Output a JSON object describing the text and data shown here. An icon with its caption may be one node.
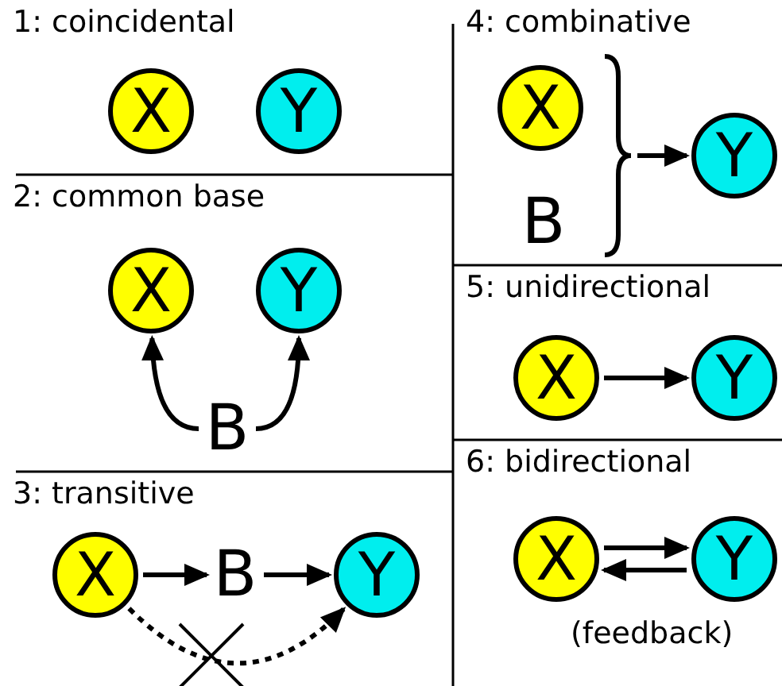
{
  "diagram": {
    "nodes": [
      {
        "text": [
          "1: coincidental"
        ]
      },
      {
        "text": [
          "X"
        ],
        "in": 0
      },
      {
        "text": [
          "Y"
        ],
        "in": 0
      },
      {
        "text": [
          "2: common base"
        ]
      },
      {
        "text": [
          "X"
        ],
        "in": 3
      },
      {
        "text": [
          "Y"
        ],
        "in": 3
      },
      {
        "text": [
          "B"
        ],
        "in": 3
      },
      {
        "text": [
          "3: transitive"
        ]
      },
      {
        "text": [
          "X"
        ],
        "in": 7
      },
      {
        "text": [
          "B"
        ],
        "in": 7
      },
      {
        "text": [
          "Y"
        ],
        "in": 7
      },
      {
        "text": [
          "4: combinative"
        ]
      },
      {
        "text": [
          "X"
        ],
        "in": 11
      },
      {
        "text": [
          "B"
        ],
        "in": 11
      },
      {
        "text": [],
        "shape": "brace",
        "in": 11
      },
      {
        "text": [
          "Y"
        ],
        "in": 11
      },
      {
        "text": [
          "5: unidirectional"
        ]
      },
      {
        "text": [
          "X"
        ],
        "in": 16
      },
      {
        "text": [
          "Y"
        ],
        "in": 16
      },
      {
        "text": [
          "6: bidirectional"
        ]
      },
      {
        "text": [
          "X"
        ],
        "in": 19
      },
      {
        "text": [
          "Y"
        ],
        "in": 19
      }
    ],
    "edges": [
      {
        "from": 6,
        "to": 4,
        "arrow": "to"
      },
      {
        "from": 6,
        "to": 5,
        "arrow": "to"
      },
      {
        "from": 8,
        "to": 9,
        "arrow": "to"
      },
      {
        "from": 9,
        "to": 10,
        "arrow": "to"
      },
      {
        "from": 8,
        "to": 10,
        "arrow": "to",
        "style": "dashed"
      },
      {
        "from": 14,
        "to": 15,
        "arrow": "to"
      },
      {
        "from": 17,
        "to": 18,
        "arrow": "to"
      },
      {
        "from": 20,
        "to": 21,
        "arrow": "to"
      },
      {
        "from": 21,
        "to": 20,
        "arrow": "to"
      }
    ],
    "labels": [
      "(feedback)"
    ]
  }
}
